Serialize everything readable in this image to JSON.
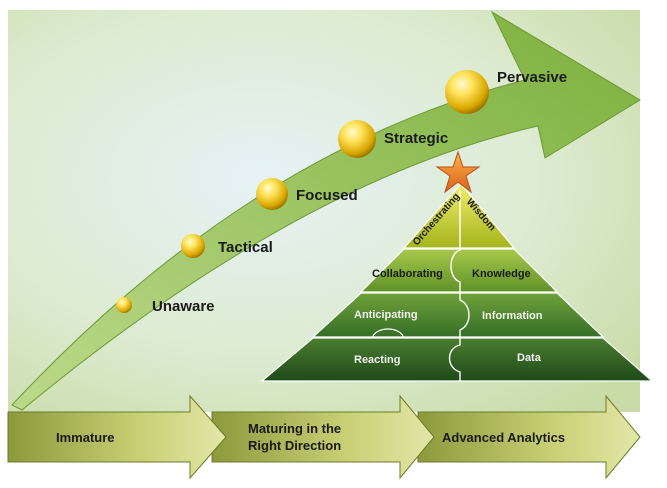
{
  "maturity_stages": [
    {
      "label": "Unaware"
    },
    {
      "label": "Tactical"
    },
    {
      "label": "Focused"
    },
    {
      "label": "Strategic"
    },
    {
      "label": "Pervasive"
    }
  ],
  "pyramid": {
    "levels": [
      {
        "left": "Orchestrating",
        "right": "Wisdom"
      },
      {
        "left": "Collaborating",
        "right": "Knowledge"
      },
      {
        "left": "Anticipating",
        "right": "Information"
      },
      {
        "left": "Reacting",
        "right": "Data"
      }
    ],
    "colors": [
      "#c8c21e",
      "#6a9e2e",
      "#3f7f2c",
      "#2a5a22"
    ]
  },
  "bottom_arrows": [
    {
      "label": "Immature"
    },
    {
      "label": "Maturing in the Right Direction"
    },
    {
      "label": "Advanced Analytics"
    }
  ],
  "colors": {
    "arrow_green": "#8cbf4a",
    "bead_gold": "#e8c000",
    "star_orange": "#e87722"
  }
}
